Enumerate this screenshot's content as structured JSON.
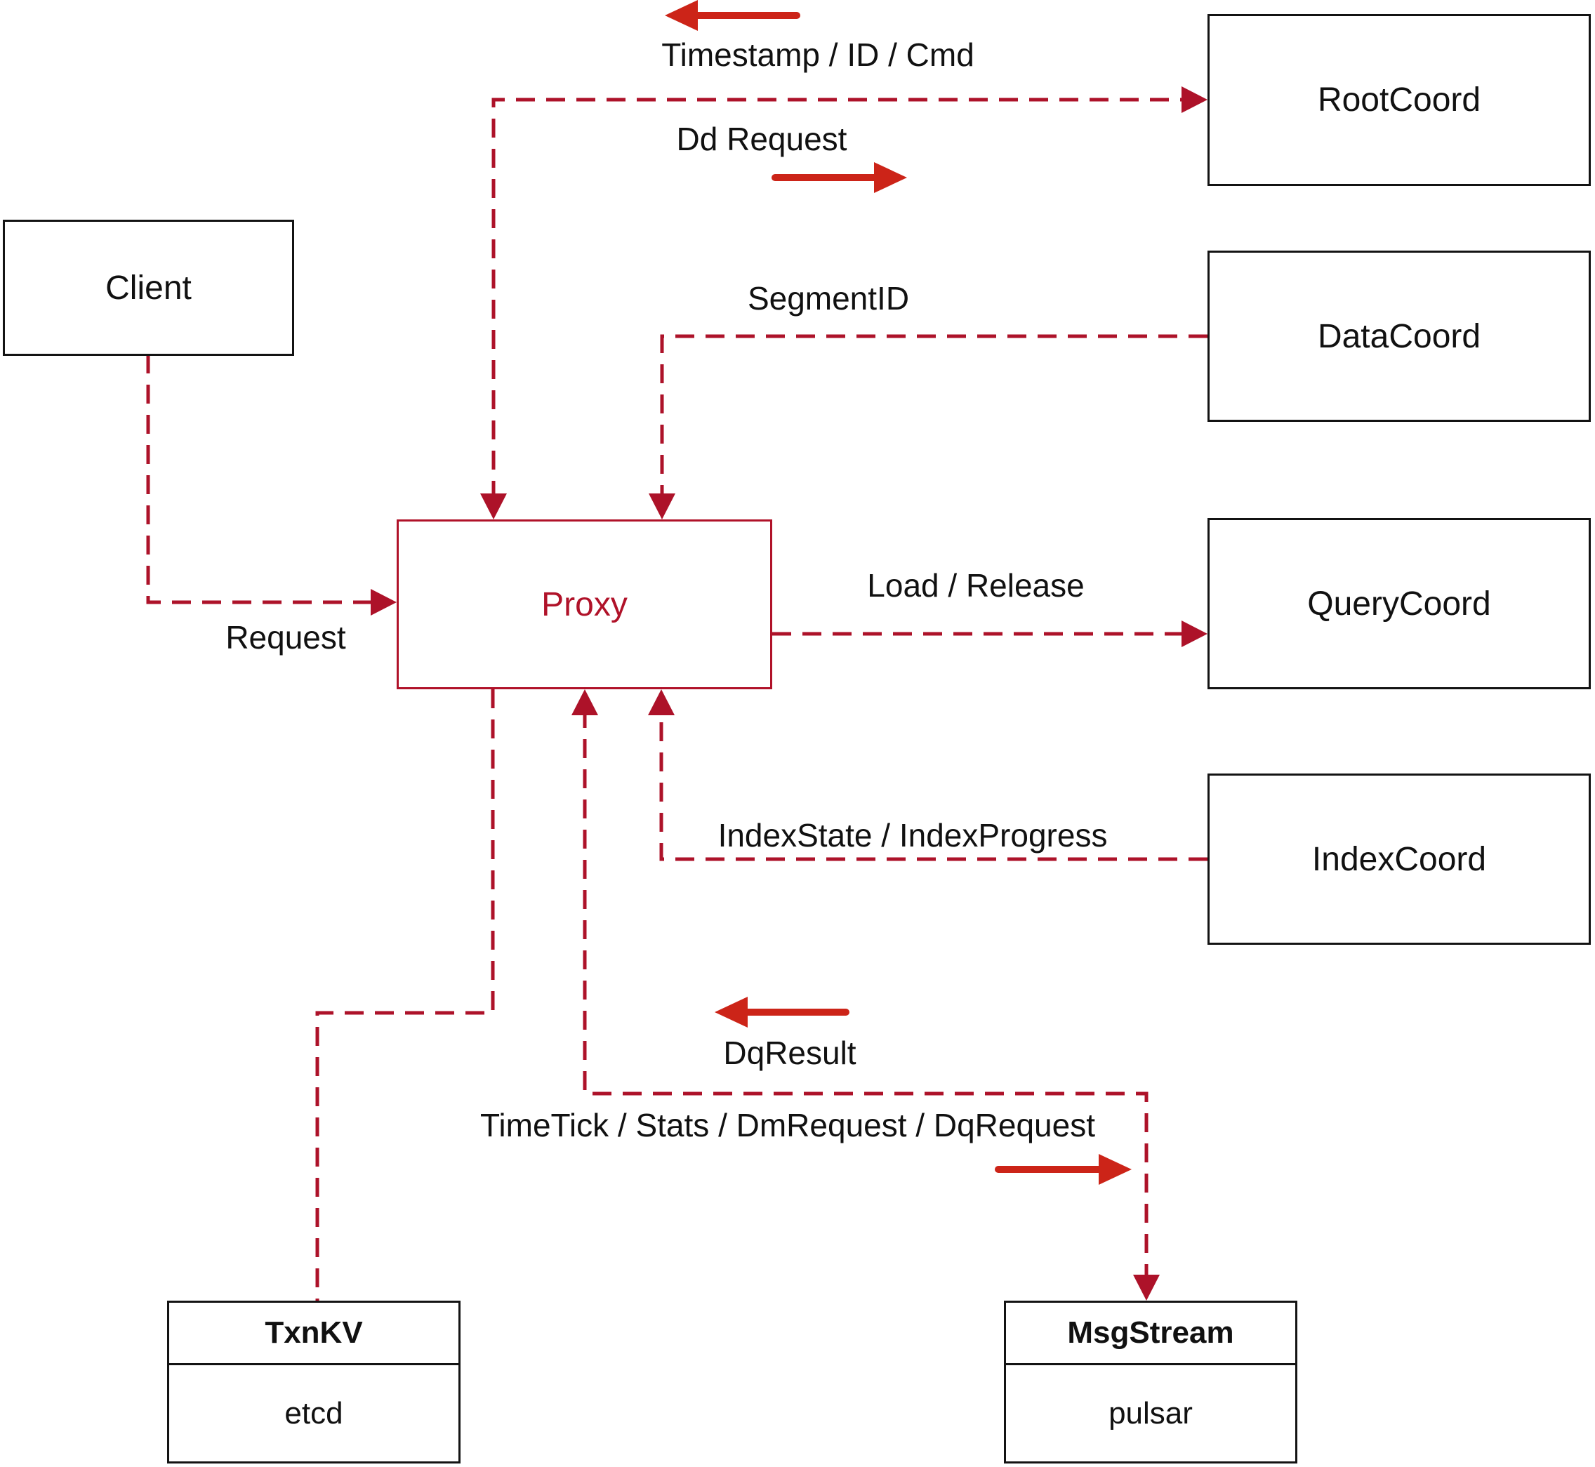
{
  "colors": {
    "dashed_line_red": "#ad1229",
    "solid_arrow_red": "#cc2418",
    "proxy_red": "#b01229",
    "box_border_black": "#131313"
  },
  "nodes": {
    "client": {
      "label": "Client"
    },
    "proxy": {
      "label": "Proxy"
    },
    "root_coord": {
      "label": "RootCoord"
    },
    "data_coord": {
      "label": "DataCoord"
    },
    "query_coord": {
      "label": "QueryCoord"
    },
    "index_coord": {
      "label": "IndexCoord"
    },
    "txn_kv": {
      "title": "TxnKV",
      "impl": "etcd"
    },
    "msg_stream": {
      "title": "MsgStream",
      "impl": "pulsar"
    }
  },
  "edge_labels": {
    "timestamp_id_cmd": "Timestamp / ID / Cmd",
    "dd_request": "Dd Request",
    "segment_id": "SegmentID",
    "load_release": "Load / Release",
    "index_state_progress": "IndexState / IndexProgress",
    "request": "Request",
    "dq_result": "DqResult",
    "timetick_stats": "TimeTick / Stats / DmRequest / DqRequest"
  }
}
